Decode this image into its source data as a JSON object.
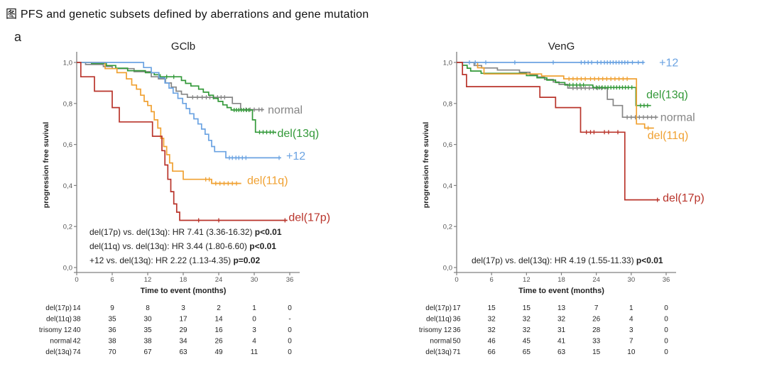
{
  "figure": {
    "caption": "图 PFS and genetic subsets defined by aberrations and gene mutation",
    "panel_label": "a"
  },
  "colors": {
    "del17p": "#b9342b",
    "del11q": "#f0a132",
    "trisomy12": "#6ba3e2",
    "normal": "#868686",
    "del13q": "#339939",
    "axis": "#808080",
    "text": "#222222"
  },
  "chart_data": [
    {
      "type": "line",
      "subtype": "kaplan-meier-step",
      "title": "GClb",
      "xlabel": "Time to event (months)",
      "ylabel": "progression free suvival",
      "xlim": [
        0,
        36
      ],
      "ylim": [
        0,
        1
      ],
      "xticks": [
        0,
        6,
        12,
        18,
        24,
        30,
        36
      ],
      "ytick_labels": [
        "0,0",
        "0,2",
        "0,4",
        "0,6",
        "0,8",
        "1,0"
      ],
      "grid": false,
      "legend_position": "curve-ends",
      "series": [
        {
          "name": "normal",
          "color": "#868686",
          "steps": [
            [
              0,
              1
            ],
            [
              1.5,
              0.99
            ],
            [
              4.5,
              0.98
            ],
            [
              6,
              0.97
            ],
            [
              9.7,
              0.955
            ],
            [
              12.6,
              0.93
            ],
            [
              13.8,
              0.92
            ],
            [
              15,
              0.9
            ],
            [
              16,
              0.88
            ],
            [
              16.8,
              0.86
            ],
            [
              17.7,
              0.845
            ],
            [
              18.7,
              0.83
            ],
            [
              26.3,
              0.8
            ],
            [
              27.7,
              0.77
            ],
            [
              31.6,
              0.77
            ]
          ],
          "censor_months": [
            19.6,
            20.4,
            21.2,
            21.9,
            22.5,
            23.1,
            23.8,
            24.4,
            25,
            28.6,
            29.3,
            30,
            30.8,
            31.3
          ],
          "label_at": [
            32.3,
            0.77
          ]
        },
        {
          "name": "del(13q)",
          "color": "#339939",
          "steps": [
            [
              0,
              1
            ],
            [
              2.5,
              0.995
            ],
            [
              5,
              0.985
            ],
            [
              6.6,
              0.972
            ],
            [
              8.6,
              0.96
            ],
            [
              11.6,
              0.95
            ],
            [
              13.1,
              0.94
            ],
            [
              14.1,
              0.93
            ],
            [
              17.7,
              0.912
            ],
            [
              18.4,
              0.898
            ],
            [
              19.3,
              0.885
            ],
            [
              20.6,
              0.87
            ],
            [
              21.4,
              0.855
            ],
            [
              22.3,
              0.84
            ],
            [
              23.1,
              0.825
            ],
            [
              23.9,
              0.81
            ],
            [
              24.7,
              0.793
            ],
            [
              25.4,
              0.78
            ],
            [
              26.1,
              0.768
            ],
            [
              29.7,
              0.72
            ],
            [
              30.2,
              0.66
            ],
            [
              33.6,
              0.655
            ]
          ],
          "censor_months": [
            15.2,
            16.4,
            26.6,
            27,
            27.4,
            27.8,
            28.2,
            28.7,
            29.1,
            30.9,
            31.5,
            32.1,
            32.7,
            33.2
          ],
          "label_at": [
            33.9,
            0.655
          ]
        },
        {
          "name": "del(11q)",
          "color": "#f0a132",
          "steps": [
            [
              0,
              1
            ],
            [
              4.8,
              0.97
            ],
            [
              6.8,
              0.95
            ],
            [
              8.4,
              0.92
            ],
            [
              9.3,
              0.89
            ],
            [
              10.1,
              0.87
            ],
            [
              10.8,
              0.84
            ],
            [
              11.4,
              0.81
            ],
            [
              12,
              0.79
            ],
            [
              12.6,
              0.76
            ],
            [
              13.1,
              0.72
            ],
            [
              13.7,
              0.68
            ],
            [
              14.2,
              0.63
            ],
            [
              14.7,
              0.59
            ],
            [
              15.2,
              0.55
            ],
            [
              15.7,
              0.51
            ],
            [
              16.2,
              0.47
            ],
            [
              18,
              0.43
            ],
            [
              22.8,
              0.41
            ],
            [
              27.8,
              0.41
            ]
          ],
          "censor_months": [
            21.8,
            22.4,
            23.5,
            24.2,
            24.9,
            25.6,
            26.3,
            27
          ],
          "label_at": [
            28.8,
            0.425
          ]
        },
        {
          "name": "+12",
          "color": "#6ba3e2",
          "steps": [
            [
              0,
              1
            ],
            [
              11.3,
              0.975
            ],
            [
              12.6,
              0.95
            ],
            [
              13.9,
              0.925
            ],
            [
              14.9,
              0.9
            ],
            [
              15.6,
              0.875
            ],
            [
              16.3,
              0.85
            ],
            [
              17.1,
              0.825
            ],
            [
              17.9,
              0.8
            ],
            [
              18.5,
              0.775
            ],
            [
              19.1,
              0.75
            ],
            [
              19.8,
              0.725
            ],
            [
              20.5,
              0.7
            ],
            [
              21.1,
              0.675
            ],
            [
              21.7,
              0.65
            ],
            [
              22.3,
              0.62
            ],
            [
              22.8,
              0.59
            ],
            [
              23.3,
              0.565
            ],
            [
              25.2,
              0.535
            ],
            [
              34.5,
              0.535
            ]
          ],
          "censor_months": [
            25.8,
            26.3,
            26.9,
            27.4,
            28,
            28.6,
            34.2
          ],
          "label_at": [
            35.4,
            0.545
          ]
        },
        {
          "name": "del(17p)",
          "color": "#b9342b",
          "steps": [
            [
              0,
              1
            ],
            [
              0.7,
              0.93
            ],
            [
              3,
              0.86
            ],
            [
              6,
              0.78
            ],
            [
              7.2,
              0.71
            ],
            [
              12.8,
              0.64
            ],
            [
              14.4,
              0.57
            ],
            [
              14.9,
              0.5
            ],
            [
              15.4,
              0.43
            ],
            [
              15.9,
              0.37
            ],
            [
              16.4,
              0.31
            ],
            [
              16.9,
              0.27
            ],
            [
              17.4,
              0.23
            ],
            [
              35.6,
              0.23
            ]
          ],
          "censor_months": [
            20.6,
            24,
            35.2
          ],
          "label_at": [
            35.8,
            0.245
          ]
        }
      ],
      "annotations": [
        {
          "text": "del(17p) vs. del(13q): HR 7.41 (3.36-16.32) ",
          "bold": "p<0.01"
        },
        {
          "text": "del(11q) vs. del(13q): HR 3.44 (1.80-6.60) ",
          "bold": "p<0.01"
        },
        {
          "text": "+12 vs. del(13q): HR 2.22 (1.13-4.35) ",
          "bold": "p=0.02"
        }
      ],
      "risk_table_rows": [
        {
          "label": "del(17p)",
          "values": [
            "14",
            "9",
            "8",
            "3",
            "2",
            "1",
            "0"
          ]
        },
        {
          "label": "del(11q)",
          "values": [
            "38",
            "35",
            "30",
            "17",
            "14",
            "0",
            "-"
          ]
        },
        {
          "label": "trisomy 12",
          "values": [
            "40",
            "36",
            "35",
            "29",
            "16",
            "3",
            "0"
          ]
        },
        {
          "label": "normal",
          "values": [
            "42",
            "38",
            "38",
            "34",
            "26",
            "4",
            "0"
          ]
        },
        {
          "label": "del(13q)",
          "values": [
            "74",
            "70",
            "67",
            "63",
            "49",
            "11",
            "0"
          ]
        }
      ]
    },
    {
      "type": "line",
      "subtype": "kaplan-meier-step",
      "title": "VenG",
      "xlabel": "Time to event (months)",
      "ylabel": "progression free suvival",
      "xlim": [
        0,
        36
      ],
      "ylim": [
        0,
        1
      ],
      "xticks": [
        0,
        6,
        12,
        18,
        24,
        30,
        36
      ],
      "ytick_labels": [
        "0,0",
        "0,2",
        "0,4",
        "0,6",
        "0,8",
        "1,0"
      ],
      "grid": false,
      "legend_position": "curve-ends",
      "series": [
        {
          "name": "normal",
          "color": "#868686",
          "steps": [
            [
              0,
              1
            ],
            [
              3,
              0.985
            ],
            [
              4.3,
              0.973
            ],
            [
              7,
              0.963
            ],
            [
              10.8,
              0.952
            ],
            [
              12.6,
              0.941
            ],
            [
              13.9,
              0.929
            ],
            [
              15.1,
              0.917
            ],
            [
              16.6,
              0.905
            ],
            [
              17.6,
              0.893
            ],
            [
              19.1,
              0.875
            ],
            [
              25.9,
              0.82
            ],
            [
              26.9,
              0.79
            ],
            [
              28.5,
              0.733
            ],
            [
              34.6,
              0.733
            ]
          ],
          "censor_months": [
            20,
            20.7,
            21.4,
            22.1,
            22.8,
            23.5,
            24.2,
            24.9,
            29.3,
            30,
            30.7,
            31.4,
            32.1,
            32.8,
            33.5,
            34.2
          ],
          "label_at": [
            35,
            0.733
          ]
        },
        {
          "name": "del(13q)",
          "color": "#339939",
          "steps": [
            [
              0,
              1
            ],
            [
              1,
              0.986
            ],
            [
              1.8,
              0.972
            ],
            [
              2.4,
              0.958
            ],
            [
              4.2,
              0.947
            ],
            [
              12,
              0.936
            ],
            [
              13.8,
              0.925
            ],
            [
              15.5,
              0.914
            ],
            [
              17,
              0.902
            ],
            [
              18.6,
              0.89
            ],
            [
              23.4,
              0.878
            ],
            [
              30.8,
              0.79
            ],
            [
              33.4,
              0.79
            ]
          ],
          "censor_months": [
            19.4,
            20,
            20.6,
            21.2,
            21.8,
            24,
            24.5,
            25,
            25.5,
            26,
            26.5,
            27,
            27.5,
            28,
            28.5,
            29,
            29.5,
            30.1,
            31.6,
            32.2,
            32.8
          ],
          "label_at": [
            32.6,
            0.845
          ]
        },
        {
          "name": "del(11q)",
          "color": "#f0a132",
          "steps": [
            [
              0,
              1
            ],
            [
              3.6,
              0.974
            ],
            [
              4.7,
              0.944
            ],
            [
              14.6,
              0.934
            ],
            [
              18.4,
              0.92
            ],
            [
              30.9,
              0.7
            ],
            [
              32.3,
              0.68
            ],
            [
              33.9,
              0.68
            ]
          ],
          "censor_months": [
            19.3,
            20,
            20.7,
            21.4,
            22.1,
            23,
            23.7,
            24.4,
            25.1,
            25.8,
            26.5,
            27.2,
            27.9,
            28.6,
            29.3,
            32.9
          ],
          "label_at": [
            32.8,
            0.645
          ]
        },
        {
          "name": "+12",
          "color": "#6ba3e2",
          "steps": [
            [
              0,
              1
            ],
            [
              32.2,
              1
            ]
          ],
          "censor_months": [
            2.2,
            3.2,
            5,
            10,
            16.6,
            21.4,
            22,
            22.6,
            23.2,
            24.2,
            24.8,
            25.4,
            25.9,
            26.4,
            26.9,
            27.4,
            27.9,
            28.4,
            28.9,
            29.4,
            30.2,
            31.2,
            32
          ],
          "label_at": [
            34.8,
            1.0
          ]
        },
        {
          "name": "del(17p)",
          "color": "#b9342b",
          "steps": [
            [
              0,
              1
            ],
            [
              1,
              0.941
            ],
            [
              1.7,
              0.882
            ],
            [
              14.3,
              0.83
            ],
            [
              17,
              0.78
            ],
            [
              21.3,
              0.66
            ],
            [
              28.9,
              0.33
            ],
            [
              34.9,
              0.33
            ]
          ],
          "censor_months": [
            22.3,
            23,
            23.6,
            25.4,
            26.1,
            27.7,
            34.5
          ],
          "label_at": [
            35.4,
            0.34
          ]
        }
      ],
      "annotations": [
        {
          "text": "del(17p) vs. del(13q): HR 4.19 (1.55-11.33) ",
          "bold": "p<0.01"
        }
      ],
      "risk_table_rows": [
        {
          "label": "del(17p)",
          "values": [
            "17",
            "15",
            "15",
            "13",
            "7",
            "1",
            "0"
          ]
        },
        {
          "label": "del(11q)",
          "values": [
            "36",
            "32",
            "32",
            "32",
            "26",
            "4",
            "0"
          ]
        },
        {
          "label": "trisomy 12",
          "values": [
            "36",
            "32",
            "32",
            "31",
            "28",
            "3",
            "0"
          ]
        },
        {
          "label": "normal",
          "values": [
            "50",
            "46",
            "45",
            "41",
            "33",
            "7",
            "0"
          ]
        },
        {
          "label": "del(13q)",
          "values": [
            "71",
            "66",
            "65",
            "63",
            "15",
            "10",
            "0"
          ]
        }
      ]
    }
  ]
}
